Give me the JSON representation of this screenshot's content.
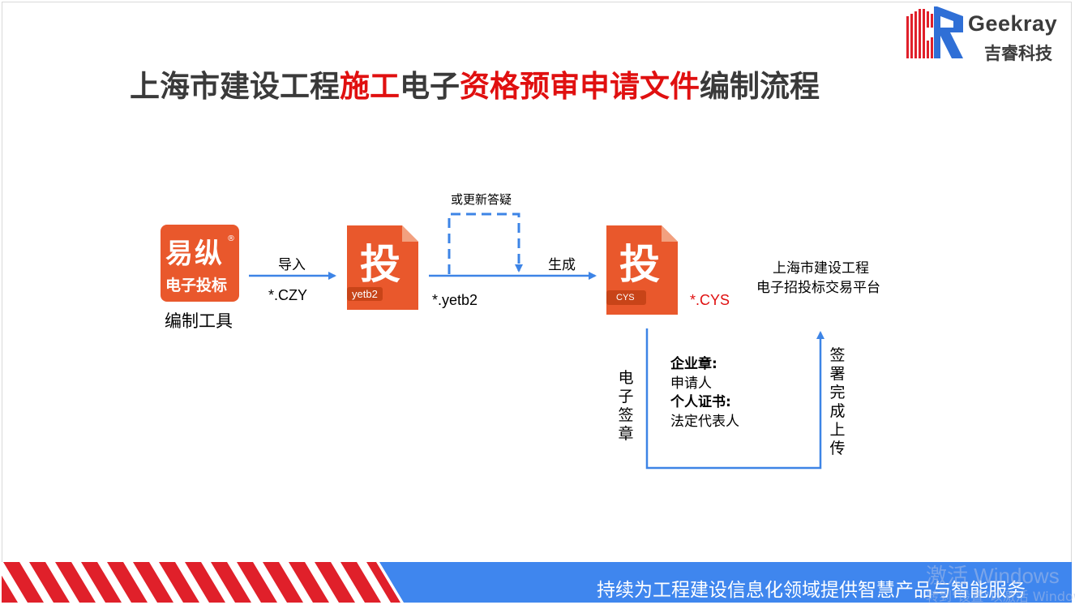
{
  "logo": {
    "brand_en": "Geekray",
    "brand_cn": "吉睿科技"
  },
  "title": {
    "part1": "上海市建设工程",
    "part2": "施工",
    "part3": "电子",
    "part4": "资格预审申请文件",
    "part5": "编制流程"
  },
  "tool": {
    "icon_line1": "易纵",
    "icon_reg": "®",
    "icon_line2": "电子投标",
    "caption": "编制工具"
  },
  "flow": {
    "import_label": "导入",
    "import_ext": "*.CZY",
    "update_label": "或更新答疑",
    "yetb2_ext": "*.yetb2",
    "generate_label": "生成",
    "cys_ext": "*.CYS",
    "platform_line1": "上海市建设工程",
    "platform_line2": "电子招投标交易平台",
    "sign_label": "电子签章",
    "upload_label": "签署完成上传"
  },
  "doc_yetb2": {
    "glyph": "投",
    "badge": "yetb2"
  },
  "doc_cys": {
    "glyph": "投",
    "badge": "CYS"
  },
  "signing": {
    "company_seal_label": "企业章:",
    "company_seal_value": "申请人",
    "personal_cert_label": "个人证书:",
    "personal_cert_value": "法定代表人"
  },
  "footer": {
    "slogan": "持续为工程建设信息化领域提供智慧产品与智能服务",
    "watermark_line1": "激活 Windows",
    "watermark_line2": "转到\"设置\"以激活 Windows。"
  },
  "colors": {
    "accent_red": "#e01010",
    "icon_orange": "#e9582c",
    "arrow_blue": "#3d84e6",
    "footer_blue": "#3f86ee",
    "stripe_red": "#e0202a"
  }
}
